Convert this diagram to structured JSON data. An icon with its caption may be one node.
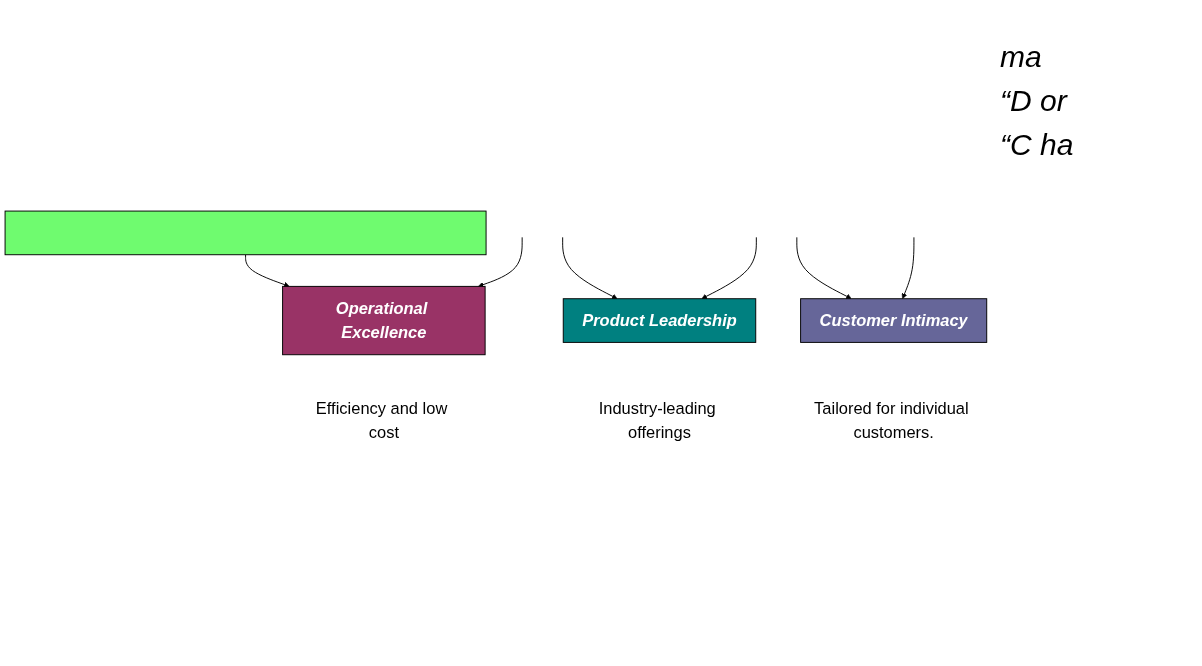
{
  "diagram": {
    "nodes": [
      {
        "text": [],
        "shape": "bar"
      },
      {
        "text": [
          "Operational Excellence"
        ],
        "beside": [
          "Efficiency and low cost"
        ]
      },
      {
        "text": [
          "Product Leadership"
        ],
        "beside": [
          "Industry-leading offerings"
        ]
      },
      {
        "text": [
          "Customer Intimacy"
        ],
        "beside": [
          "Tailored for individual customers."
        ]
      }
    ],
    "edges": [
      {
        "from": 0,
        "to": 1,
        "arrow": "to"
      },
      {
        "from": null,
        "to": 1,
        "arrow": "to"
      },
      {
        "from": null,
        "to": 2,
        "arrow": "to"
      },
      {
        "from": null,
        "to": 3,
        "arrow": "to"
      },
      {
        "from": null,
        "to": 2,
        "arrow": "to"
      },
      {
        "from": null,
        "to": 3,
        "arrow": "to"
      }
    ],
    "labels": [
      "ma",
      "“D or",
      "“C ha"
    ]
  }
}
